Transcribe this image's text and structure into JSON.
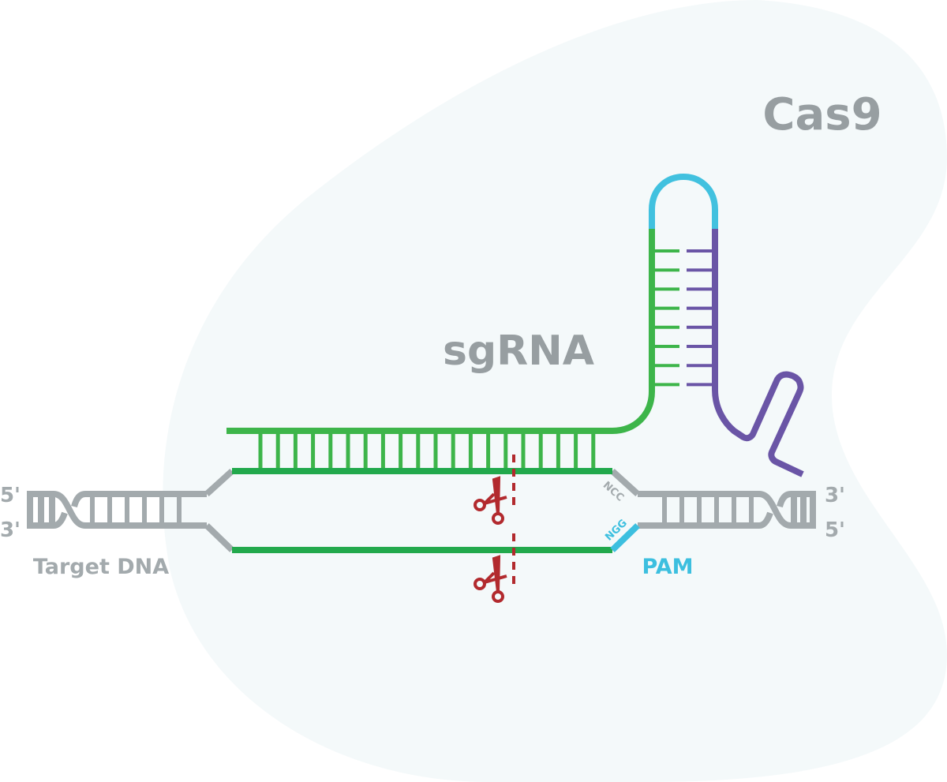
{
  "labels": {
    "protein": "Cas9",
    "guide": "sgRNA",
    "target": "Target DNA",
    "pam": "PAM",
    "pam_top": "NCC",
    "pam_bottom": "NGG",
    "left_top_end": "5'",
    "left_bottom_end": "3'",
    "right_top_end": "3'",
    "right_bottom_end": "5'"
  },
  "colors": {
    "blob": "#f4f9fa",
    "dna": "#a3aaad",
    "label": "#979ea1",
    "sgrna": "#3db54a",
    "target_strand": "#22a94c",
    "loop": "#41c1df",
    "stem_partner": "#6a55a6",
    "pam": "#3cbfdf",
    "cut": "#b22a2e"
  },
  "icons": [
    "scissors-icon",
    "scissors-icon"
  ]
}
